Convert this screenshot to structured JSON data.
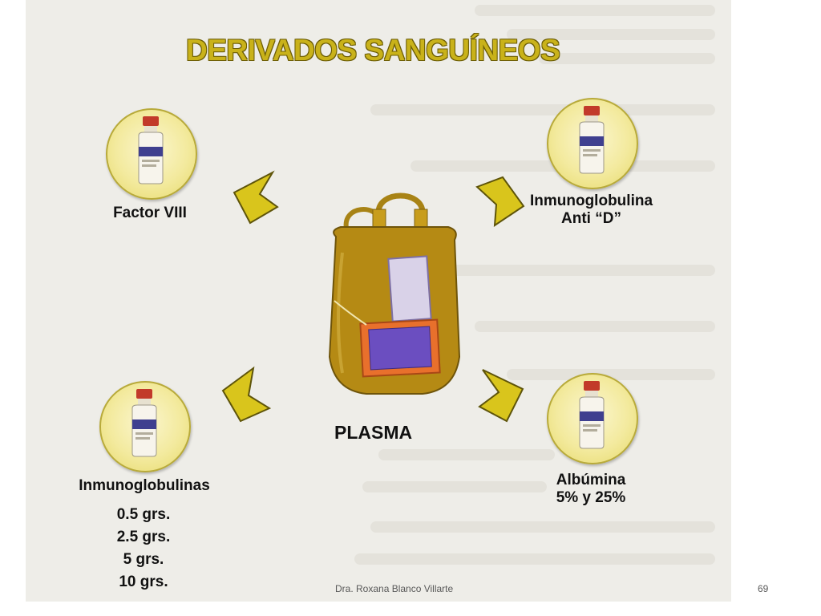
{
  "diagram": {
    "title": "DERIVADOS SANGUÍNEOS",
    "center_label": "PLASMA",
    "products": [
      {
        "name": "Factor VIII"
      },
      {
        "name": "Inmunoglobulina\nAnti “D”"
      },
      {
        "name": "Inmunoglobulinas",
        "doses": [
          "0.5 grs.",
          "2.5 grs.",
          "5 grs.",
          "10 grs."
        ]
      },
      {
        "name": "Albúmina\n5% y 25%"
      }
    ]
  },
  "footer": {
    "author": "Dra. Roxana Blanco Villarte",
    "page_number": "69"
  },
  "colors": {
    "title": "#c9b21a",
    "arrow": "#d9c51c",
    "plasma": "#b58a14",
    "badge": "#f3ea9e"
  },
  "icons": {
    "product": "medicine-vial-icon",
    "arrow": "chevron-arrow-icon",
    "bag": "plasma-bag-icon"
  }
}
